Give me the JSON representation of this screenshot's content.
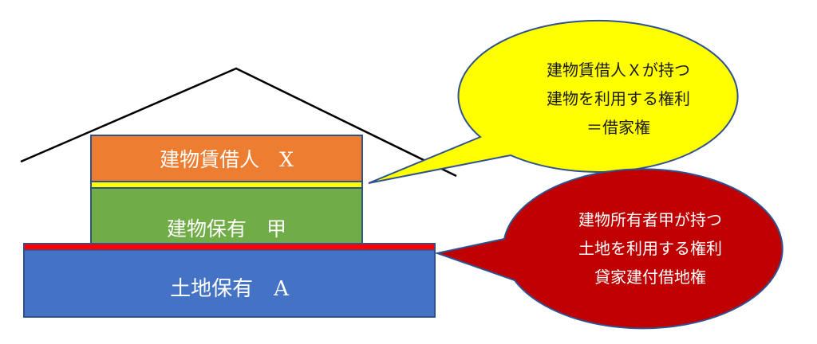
{
  "layers": {
    "tenant_label": "建物賃借人　X",
    "building_label": "建物保有　甲",
    "land_label": "土地保有　A"
  },
  "callouts": {
    "yellow": {
      "lines": [
        "建物賃借人Ｘが持つ",
        "建物を利用する権利",
        "＝借家権"
      ]
    },
    "red": {
      "lines": [
        "建物所有者甲が持つ",
        "土地を利用する権利",
        "貸家建付借地権"
      ]
    }
  },
  "colors": {
    "tenant": "#ed7d31",
    "building": "#70ad47",
    "land": "#4472c4",
    "outline": "#2f528f",
    "yellow_bubble": "#ffff00",
    "red_bubble": "#c00000",
    "yellow_strip": "#ffff00",
    "red_strip": "#ff0000"
  }
}
